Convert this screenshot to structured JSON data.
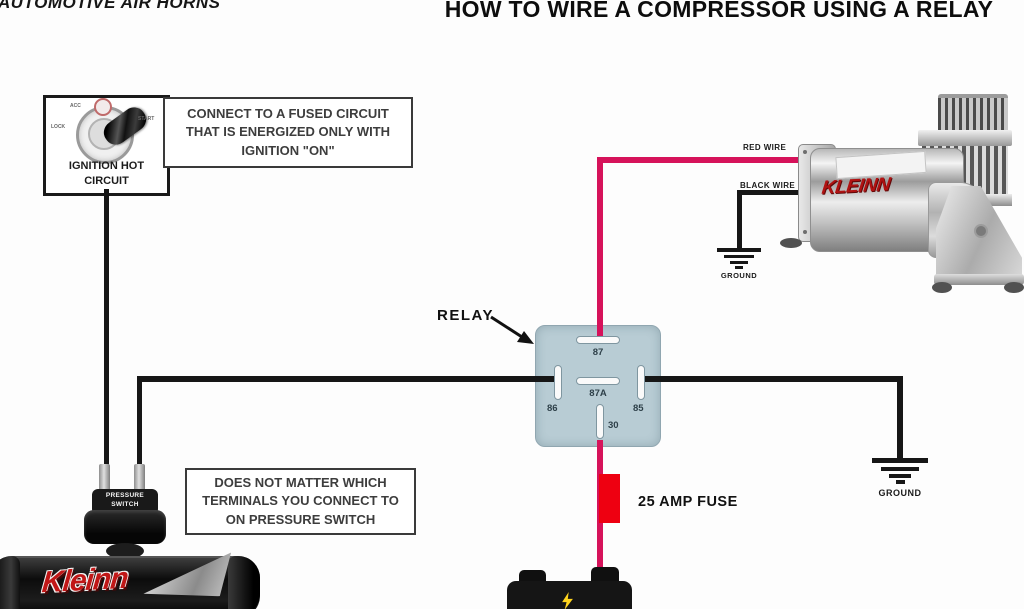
{
  "header": {
    "brand": "AUTOMOTIVE AIR HORNS",
    "title": "HOW TO WIRE A COMPRESSOR USING A RELAY"
  },
  "ignition": {
    "label": "IGNITION HOT CIRCUIT",
    "positions": {
      "acc": "ACC",
      "lock": "LOCK",
      "start": "START"
    }
  },
  "notes": {
    "fused_circuit": "CONNECT TO A FUSED CIRCUIT THAT IS ENERGIZED ONLY WITH IGNITION \"ON\"",
    "pressure_terminals": "DOES NOT MATTER WHICH TERMINALS YOU CONNECT TO ON PRESSURE SWITCH"
  },
  "relay": {
    "label": "RELAY",
    "terminals": {
      "t87": "87",
      "t86": "86",
      "t87a": "87A",
      "t85": "85",
      "t30": "30"
    }
  },
  "wires": {
    "red_label": "RED WIRE",
    "black_label": "BLACK WIRE"
  },
  "grounds": {
    "compressor": "GROUND",
    "relay_side": "GROUND"
  },
  "fuse": {
    "label": "25 AMP FUSE"
  },
  "pressure_switch": {
    "label": "PRESSURE SWITCH"
  },
  "tank": {
    "brand": "Kleinn"
  },
  "compressor": {
    "logo": "KLEINN"
  },
  "colors": {
    "red_wire": "#d6125a",
    "black_wire": "#161616",
    "relay_body": "#b8ccd4",
    "fuse_red": "#ee0011"
  }
}
